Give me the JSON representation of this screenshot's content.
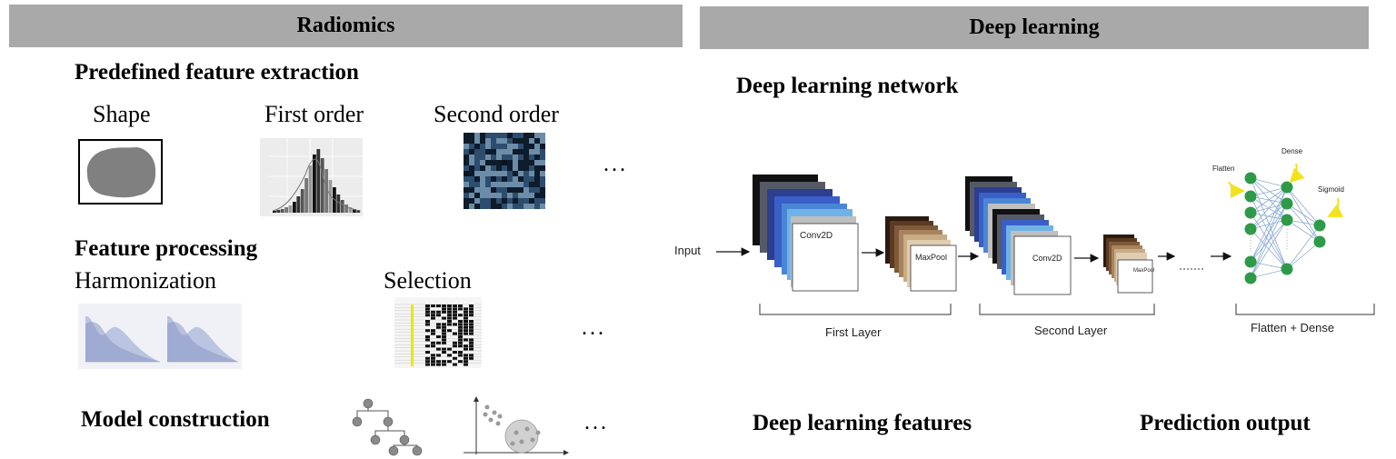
{
  "radiomics": {
    "title": "Radiomics",
    "predefined_heading": "Predefined feature extraction",
    "shape_label": "Shape",
    "first_order_label": "First order",
    "second_order_label": "Second order",
    "ellipsis": "...",
    "processing_heading": "Feature processing",
    "harmonization_label": "Harmonization",
    "selection_label": "Selection",
    "model_heading": "Model construction"
  },
  "deep": {
    "title": "Deep learning",
    "network_heading": "Deep learning network",
    "input_label": "Input",
    "conv1_label": "Conv2D",
    "maxpool1_label": "MaxPool",
    "conv2_label": "Conv2D",
    "maxpool2_label": "MaxPool",
    "flatten_label": "Flatten",
    "dense_label": "Dense",
    "sigmoid_label": "Sigmoid",
    "first_layer_label": "First Layer",
    "second_layer_label": "Second Layer",
    "flatten_dense_label": "Flatten + Dense",
    "features_heading": "Deep learning features",
    "prediction_heading": "Prediction output"
  },
  "colors": {
    "banner": "#a9a9a9",
    "neuron": "#2e9a47",
    "arrow_yellow": "#f2e21b",
    "conv_blues": [
      "#111111",
      "#555a66",
      "#2b3e8f",
      "#3a5fc8",
      "#4a86d6",
      "#6fb3e6",
      "#bfbfbf"
    ],
    "pool_browns": [
      "#2b1a10",
      "#5a3a22",
      "#7f5a3a",
      "#a8845e",
      "#c9ab86",
      "#e0ccb0"
    ]
  }
}
